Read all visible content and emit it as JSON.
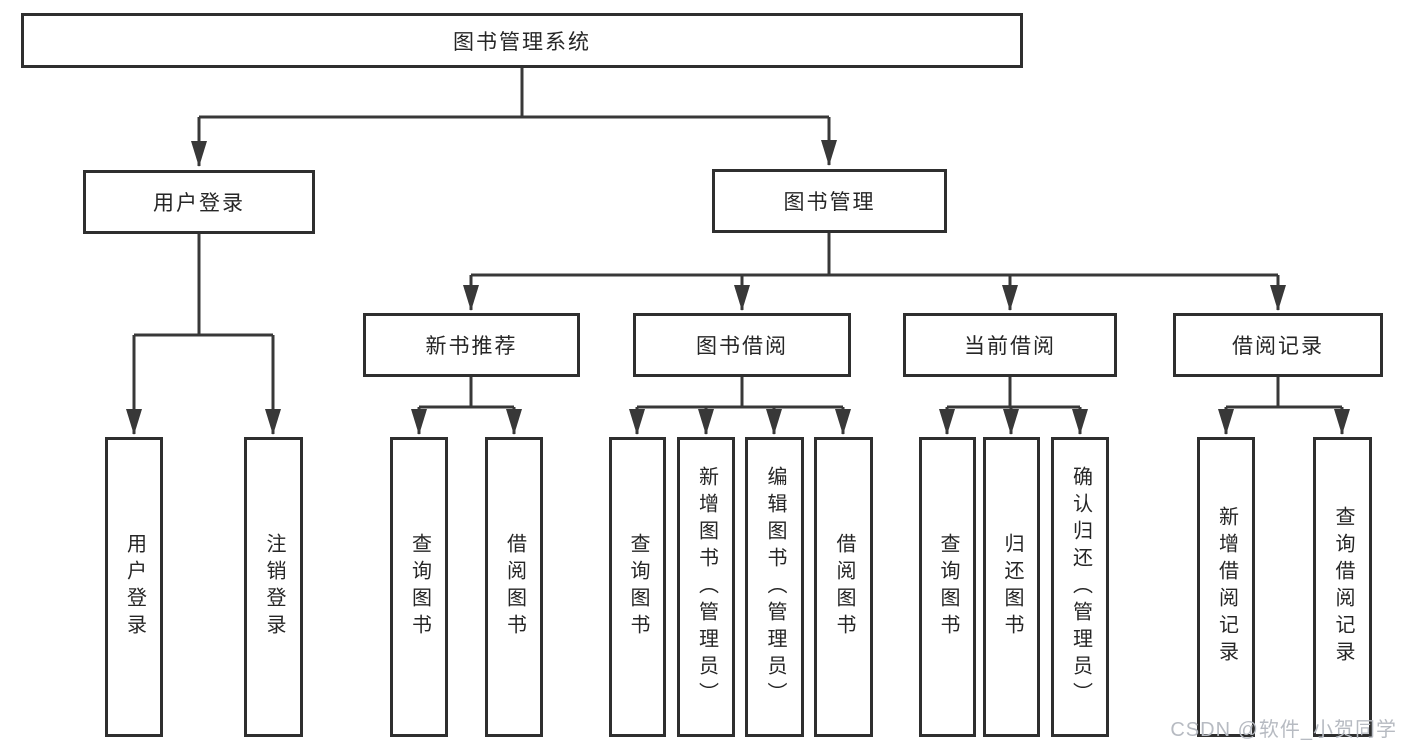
{
  "diagram": {
    "title": "图书管理系统",
    "branches": {
      "user_login": {
        "label": "用户登录",
        "children": {
          "login": "用户登录",
          "logout": "注销登录"
        }
      },
      "book_mgmt": {
        "label": "图书管理",
        "sections": {
          "new_book_rec": {
            "label": "新书推荐",
            "children": {
              "query": "查询图书",
              "borrow": "借阅图书"
            }
          },
          "book_borrow": {
            "label": "图书借阅",
            "children": {
              "query": "查询图书",
              "add": "新增图书（管理员）",
              "edit": "编辑图书（管理员）",
              "borrow": "借阅图书"
            }
          },
          "current_borrow": {
            "label": "当前借阅",
            "children": {
              "query": "查询图书",
              "return": "归还图书",
              "confirm": "确认归还（管理员）"
            }
          },
          "borrow_records": {
            "label": "借阅记录",
            "children": {
              "add": "新增借阅记录",
              "query": "查询借阅记录"
            }
          }
        }
      }
    }
  },
  "watermark": "CSDN @软件_小贺同学",
  "colors": {
    "line": "#383838",
    "border": "#2f2f2f",
    "text": "#262626",
    "watermark": "#b7bbc2",
    "background": "#ffffff"
  }
}
